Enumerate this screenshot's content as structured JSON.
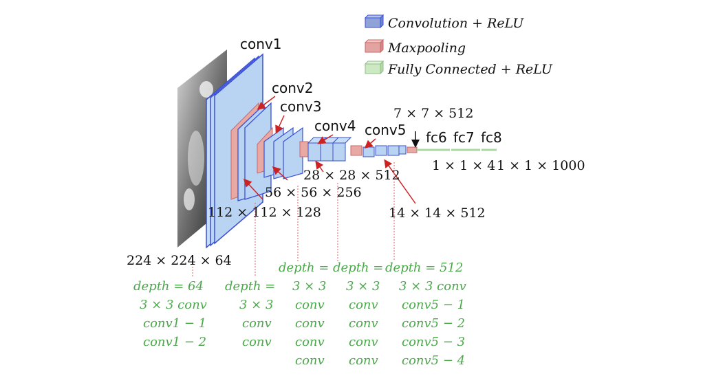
{
  "legend": [
    {
      "label": "Convolution + ReLU",
      "color": "#8fa3d8"
    },
    {
      "label": "Maxpooling",
      "color": "#e3a3a0"
    },
    {
      "label": "Fully Connected + ReLU",
      "color": "#cce9c4"
    }
  ],
  "layers": {
    "conv1": "conv1",
    "conv2": "conv2",
    "conv3": "conv3",
    "conv4": "conv4",
    "conv5": "conv5",
    "fc6": "fc6",
    "fc7": "fc7",
    "fc8": "fc8"
  },
  "dims": {
    "d224": "224 × 224 × 64",
    "d112": "112 × 112 × 128",
    "d56": "56 × 56 × 256",
    "d28": "28 × 28 × 512",
    "d14": "14 × 14 × 512",
    "d7": "7 × 7 × 512",
    "fc_a": "1 × 1 × 4",
    "fc_b": "1 × 1 × 1000"
  },
  "blocks": {
    "b1": [
      "depth = 64",
      "3 × 3 conv",
      "conv1 − 1",
      "conv1 − 2"
    ],
    "b2": [
      "depth =",
      "3 × 3",
      "conv",
      "conv"
    ],
    "b3": [
      "depth =",
      "3 × 3",
      "conv",
      "conv",
      "conv"
    ],
    "b4": [
      "depth =",
      "3 × 3",
      "conv",
      "conv",
      "conv"
    ],
    "b5": [
      "depth = 512",
      "3 × 3 conv",
      "conv5 − 1",
      "conv5 − 2",
      "conv5 − 3",
      "conv5 − 4"
    ]
  },
  "colors": {
    "conv": "#b9d3f3",
    "conv_edge": "#3a4fd6",
    "pool": "#e8a8a4",
    "pool_edge": "#c86a6a",
    "fc": "#a8d8a0",
    "arrow": "#cc2222",
    "green_text": "#4aa84a"
  }
}
